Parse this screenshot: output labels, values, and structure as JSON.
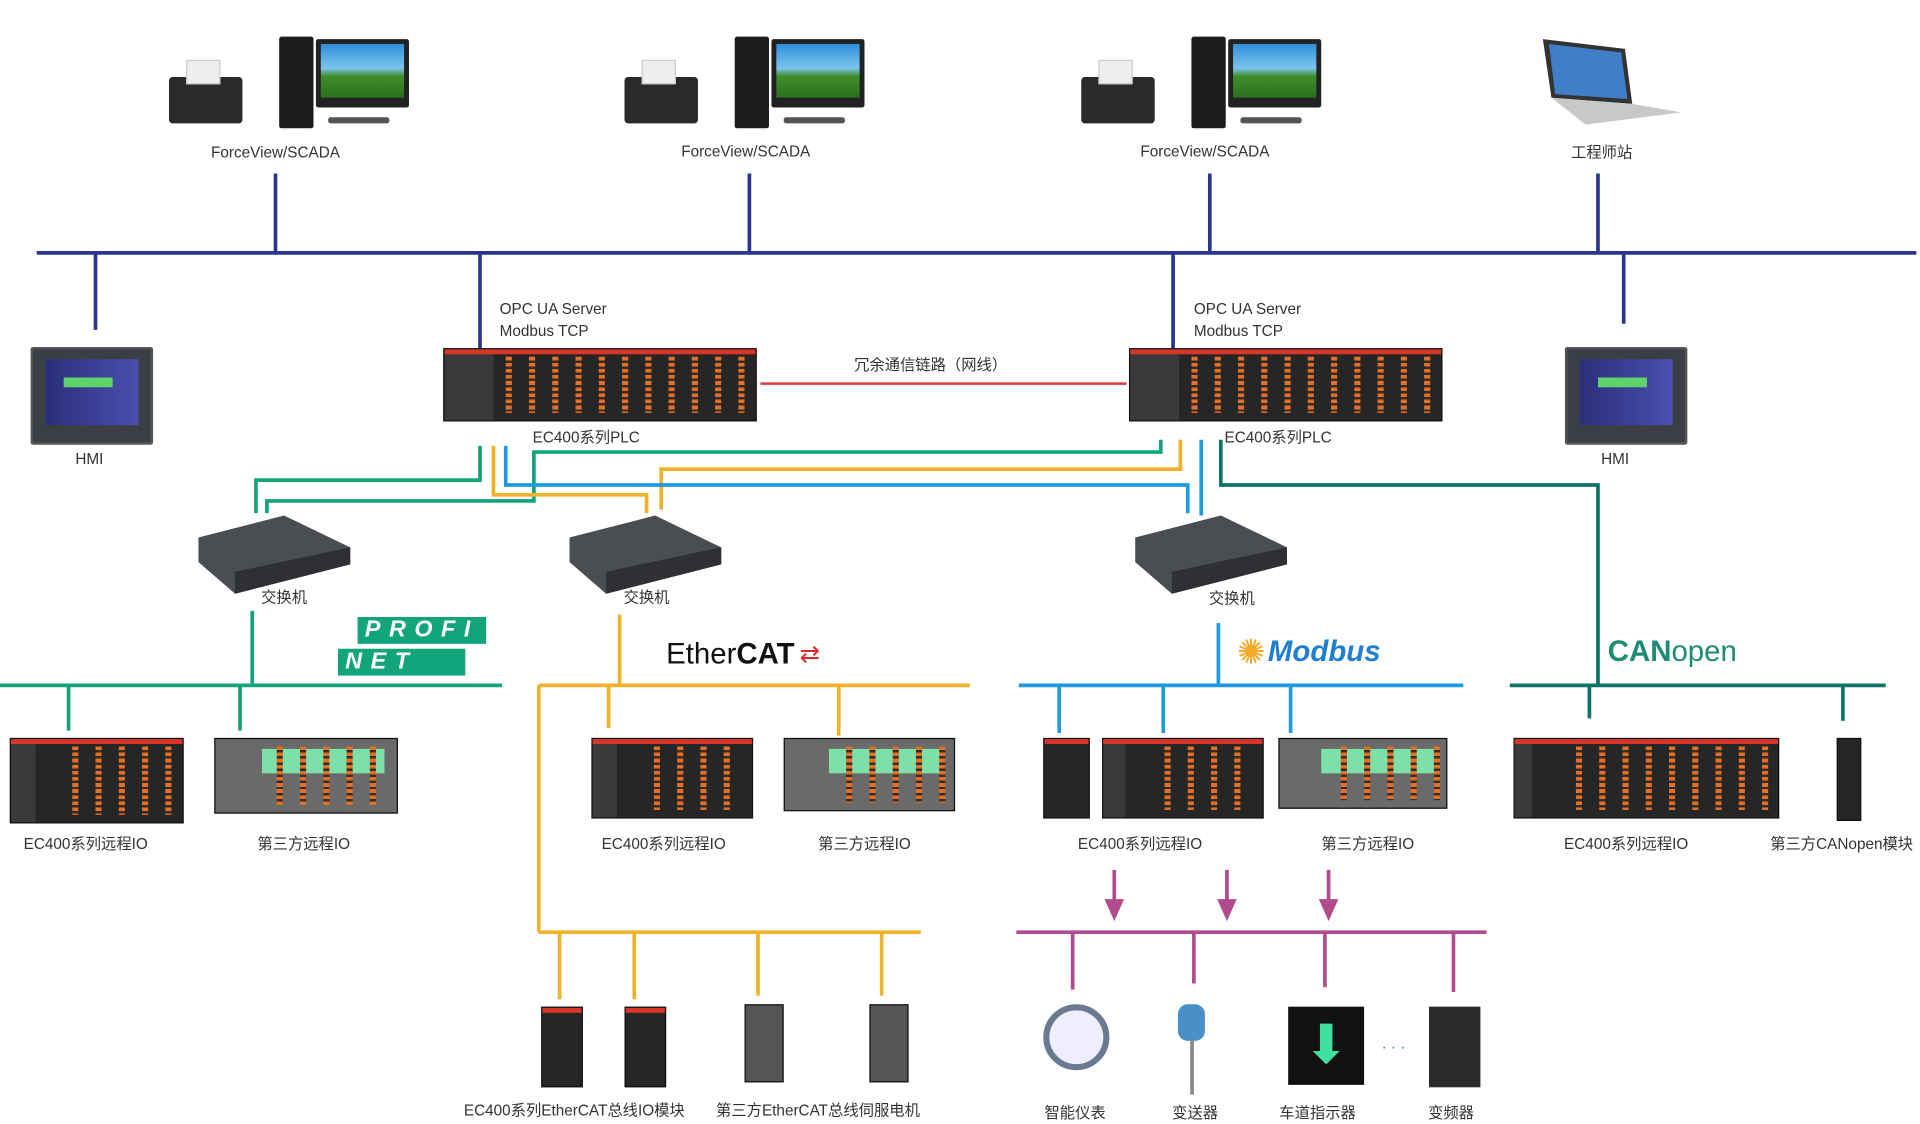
{
  "colors": {
    "backbone": "#2b3590",
    "redundant": "#e03c3c",
    "profinet": "#12a57c",
    "ethercat": "#f0b22a",
    "modbus": "#1e9be0",
    "canopen": "#0e7465",
    "serial": "#b04b8d"
  },
  "top": {
    "scada": [
      "ForceView/SCADA",
      "ForceView/SCADA",
      "ForceView/SCADA"
    ],
    "engineer": "工程师站"
  },
  "hmi": [
    "HMI",
    "HMI"
  ],
  "plc": [
    {
      "protocol1": "OPC UA Server",
      "protocol2": "Modbus TCP",
      "name": "EC400系列PLC"
    },
    {
      "protocol1": "OPC UA Server",
      "protocol2": "Modbus TCP",
      "name": "EC400系列PLC"
    }
  ],
  "redundant_link": "冗余通信链路（网线）",
  "switches": [
    "交换机",
    "交换机",
    "交换机"
  ],
  "logos": {
    "profinet_1": "PROFI",
    "profinet_2": "NET",
    "ethercat_1": "Ether",
    "ethercat_2": "CAT",
    "modbus": "Modbus",
    "canopen_1": "CAN",
    "canopen_2": "open"
  },
  "fieldbus": {
    "profinet": [
      "EC400系列远程IO",
      "第三方远程IO"
    ],
    "ethercat": [
      "EC400系列远程IO",
      "第三方远程IO"
    ],
    "modbus": [
      "EC400系列远程IO",
      "第三方远程IO"
    ],
    "canopen": [
      "EC400系列远程IO",
      "第三方CANopen模块"
    ]
  },
  "ethercat_sub": [
    "EC400系列EtherCAT总线IO模块",
    "第三方EtherCAT总线伺服电机"
  ],
  "serial_devices": [
    "智能仪表",
    "变送器",
    "车道指示器",
    "变频器"
  ],
  "ellipsis": "· · ·"
}
